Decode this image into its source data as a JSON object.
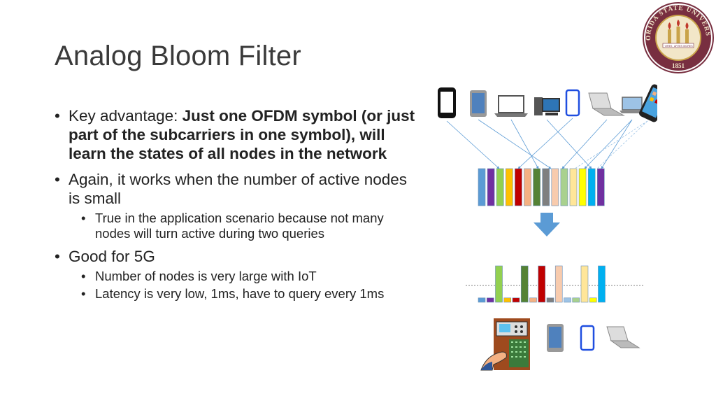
{
  "slide": {
    "title": "Analog Bloom Filter",
    "logo": {
      "name": "florida-state-university-seal",
      "text": "FLORIDA STATE UNIVERSITY",
      "year": "1851",
      "vires": "VIRES",
      "artes": "ARTES",
      "mores": "MORES"
    },
    "bullets": [
      {
        "prefix": "Key advantage: ",
        "emphasis": "Just one OFDM symbol (or just part of the subcarriers in one symbol), will learn the states of all nodes in the network"
      },
      {
        "text": "Again, it works when the number of active nodes is small",
        "sub": [
          "True in the application scenario because not many nodes will turn active during two queries"
        ]
      },
      {
        "text": "Good for 5G",
        "sub": [
          "Number of nodes is very large with IoT",
          "Latency is very low, 1ms, have to query every 1ms"
        ]
      }
    ]
  },
  "diagram": {
    "devices_top": [
      "smartphone-icon",
      "tablet-icon",
      "laptop-icon",
      "desktop-computer-icon",
      "smartphone-blue-icon",
      "laptop-gray-icon",
      "laptop-small-icon",
      "iphone-icon"
    ],
    "devices_bottom": [
      "base-station-operator-icon",
      "tablet-icon",
      "smartphone-blue-icon",
      "laptop-gray-icon"
    ],
    "subcarrier_colors": [
      "#5b9bd5",
      "#7030a0",
      "#92d050",
      "#ffc000",
      "#c00000",
      "#f4b183",
      "#548235",
      "#7f7f7f",
      "#f8cbad",
      "#a9d18e",
      "#ffe699",
      "#ffff00",
      "#00b0f0",
      "#7030a0"
    ],
    "arrow_color": "#5b9bd5",
    "response_levels": [
      0.12,
      0.12,
      1,
      0.12,
      0.12,
      1,
      0.12,
      1,
      0.12,
      1,
      0.12,
      0.12,
      1,
      0.12,
      1
    ]
  }
}
